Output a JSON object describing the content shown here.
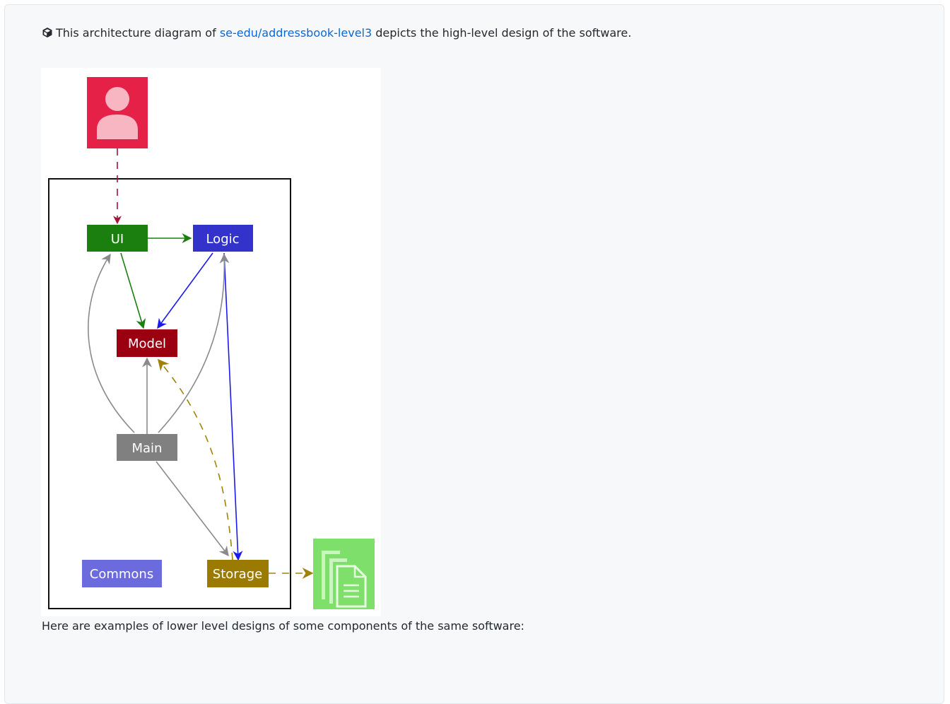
{
  "intro": {
    "prefix": "This architecture diagram of ",
    "link_text": "se-edu/addressbook-level3",
    "suffix": " depicts the high-level design of the software.",
    "icon": "package-cube-icon"
  },
  "outro": {
    "text": "Here are examples of lower level designs of some components of the same software:"
  },
  "diagram": {
    "components": {
      "ui": "UI",
      "logic": "Logic",
      "model": "Model",
      "main": "Main",
      "commons": "Commons",
      "storage": "Storage"
    },
    "colors": {
      "user": "#e62148",
      "ui": "#1a7f0e",
      "logic": "#3333cc",
      "model": "#9b0010",
      "main": "#808080",
      "commons": "#6b6bdd",
      "storage": "#9a7a00",
      "file": "#7ee06b"
    },
    "icons": [
      "user-actor-icon",
      "file-storage-icon"
    ]
  }
}
